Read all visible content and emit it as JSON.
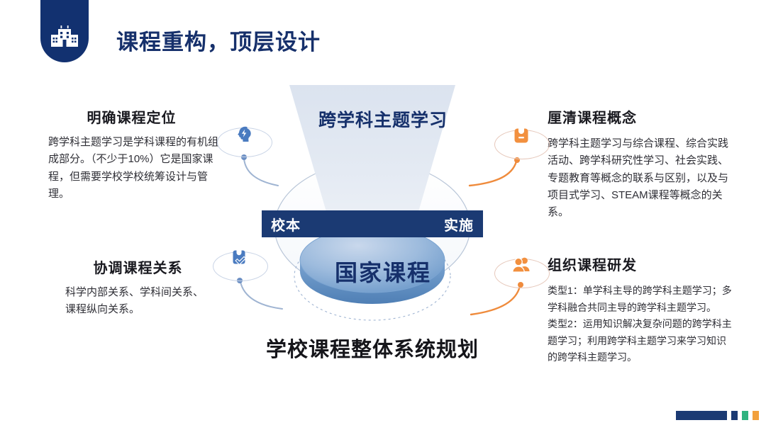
{
  "header": {
    "logo_icon": "school-building-icon",
    "title": "课程重构，顶层设计"
  },
  "diagram": {
    "funnel_label": "跨学科主题学习",
    "band_left": "校本",
    "band_right": "实施",
    "core_label": "国家课程",
    "caption": "学校课程整体系统规划"
  },
  "blocks": {
    "top_left": {
      "icon": "brain-idea-icon",
      "heading": "明确课程定位",
      "body": "跨学科主题学习是学科课程的有机组成部分。（不少于10%）它是国家课程，但需要学校学校统筹设计与管理。"
    },
    "bottom_left": {
      "icon": "clipboard-check-icon",
      "heading": "协调课程关系",
      "body": "科学内部关系、学科间关系、课程纵向关系。"
    },
    "top_right": {
      "icon": "clipboard-icon",
      "heading": "厘清课程概念",
      "body": "跨学科主题学习与综合课程、综合实践活动、跨学科研究性学习、社会实践、专题教育等概念的联系与区别，以及与项目式学习、STEAM课程等概念的关系。"
    },
    "bottom_right": {
      "icon": "users-icon",
      "heading": "组织课程研发",
      "body_line1": "类型1：单学科主导的跨学科主题学习；多学科融合共同主导的跨学科主题学习。",
      "body_line2": "类型2：运用知识解决复杂问题的跨学科主题学习；利用跨学科主题学习来学习知识的跨学科主题学习。"
    }
  },
  "footer": {
    "marks": [
      "bar-navy",
      "square-navy",
      "square-green",
      "square-orange"
    ]
  },
  "colors": {
    "navy": "#16306b",
    "band_navy": "#1b3a73",
    "accent_blue": "#4a7bc0",
    "accent_orange": "#f08a3c",
    "green": "#2fb37f"
  }
}
